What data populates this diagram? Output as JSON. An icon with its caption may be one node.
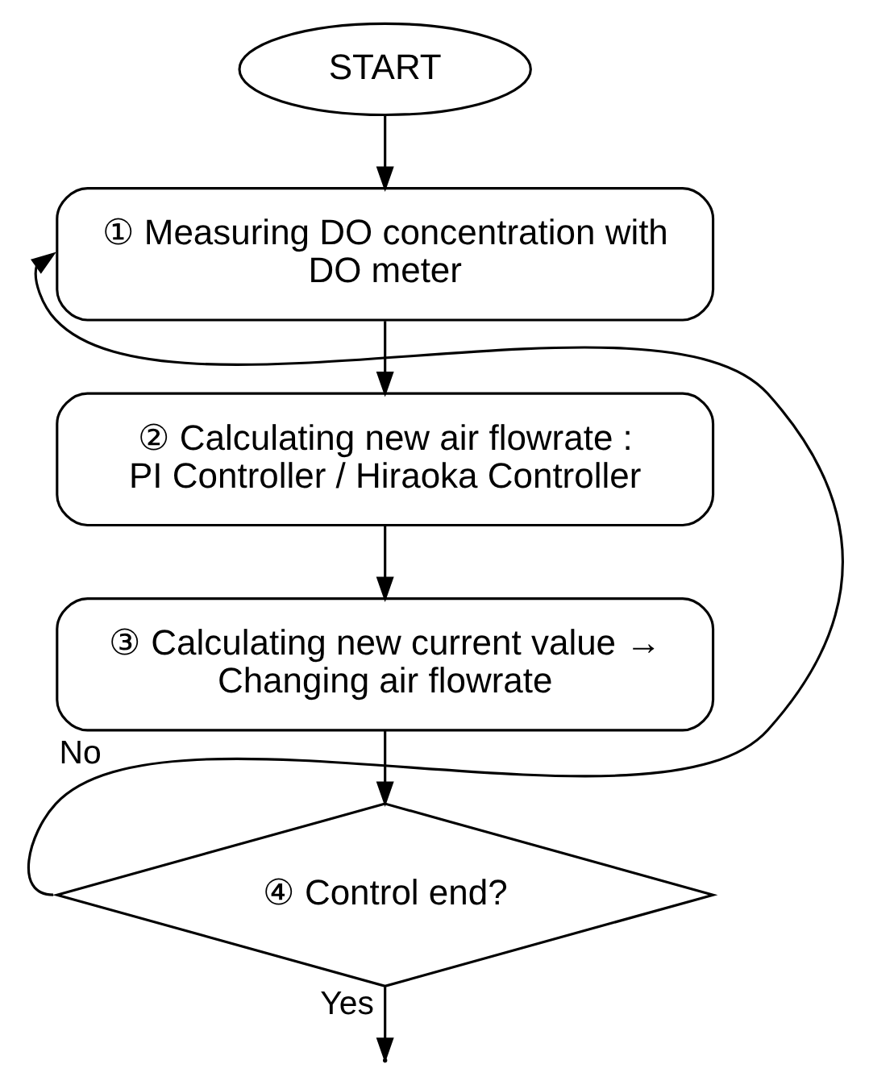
{
  "diagram": {
    "nodes": [
      {
        "text": [
          "START"
        ]
      },
      {
        "text": [
          "① Measuring DO concentration with DO meter"
        ]
      },
      {
        "text": [
          "② Calculating new air flowrate : PI Controller / Hiraoka Controller"
        ]
      },
      {
        "text": [
          "③ Calculating new current value → Changing air flowrate"
        ]
      },
      {
        "text": [
          "④ Control end?"
        ]
      }
    ],
    "edges": [
      {
        "from": 0,
        "to": 1,
        "arrow": "to"
      },
      {
        "from": 1,
        "to": 2,
        "arrow": "to"
      },
      {
        "from": 2,
        "to": 3,
        "arrow": "to"
      },
      {
        "from": 3,
        "to": 4,
        "arrow": "to"
      },
      {
        "from": 4,
        "to": 1,
        "arrow": "to",
        "label": "No"
      },
      {
        "from": 4,
        "to": null,
        "arrow": "to",
        "label": "Yes"
      }
    ]
  }
}
